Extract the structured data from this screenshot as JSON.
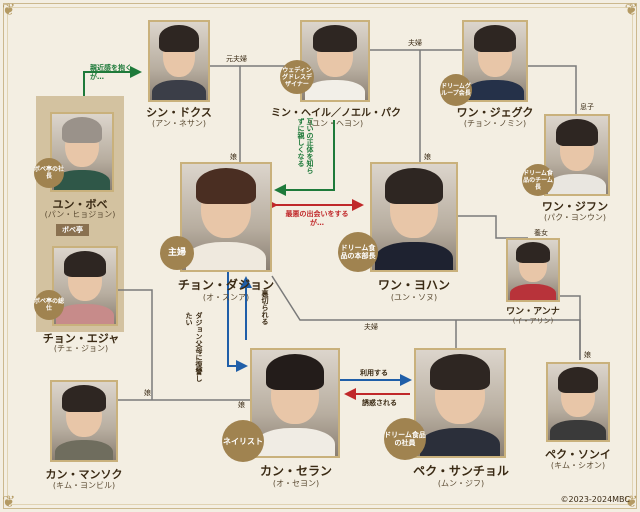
{
  "people": [
    {
      "key": "shin",
      "name": "シン・ドクス",
      "actor": "(アン・ネサン)"
    },
    {
      "key": "min",
      "name": "ミン・ヘイル／ノエル・パク",
      "actor": "(ユン・ヘヨン)"
    },
    {
      "key": "wangjeg",
      "name": "ワン・ジェグク",
      "actor": "(チョン・ノミン)"
    },
    {
      "key": "yun",
      "name": "ユン・ボベ",
      "actor": "(パン・ヒョジョン)"
    },
    {
      "key": "wangjif",
      "name": "ワン・ジフン",
      "actor": "(パク・ヨンウン)"
    },
    {
      "key": "dasom",
      "name": "チョン・ダジョン",
      "actor": "(オ・スンア)"
    },
    {
      "key": "yohan",
      "name": "ワン・ヨハン",
      "actor": "(ユン・ソヌ)"
    },
    {
      "key": "anna",
      "name": "ワン・アンナ",
      "actor": "(イ・アリン)"
    },
    {
      "key": "eja",
      "name": "チョン・エジャ",
      "actor": "(チェ・ジョン)"
    },
    {
      "key": "kang",
      "name": "カン・マンソク",
      "actor": "(キム・ヨンビル)"
    },
    {
      "key": "seran",
      "name": "カン・セラン",
      "actor": "(オ・セヨン)"
    },
    {
      "key": "bae",
      "name": "ペク・サンチョル",
      "actor": "(ムン・ジフ)"
    },
    {
      "key": "soni",
      "name": "ペク・ソンイ",
      "actor": "(キム・シオン)"
    }
  ],
  "badges": {
    "yun": "ボベ亭の社長",
    "min": "ウェディングドレスデザイナー",
    "wangjeg": "ドリームグループ会長",
    "wangjif": "ドリーム食品のチーム長",
    "dasom": "主婦",
    "yohan": "ドリーム食品の本部長",
    "eja": "ボベ亭の総仕",
    "seran": "ネイリスト",
    "bae": "ドリーム食品の社員"
  },
  "tags": {
    "bobe_shop": "ボベ亭"
  },
  "relations": {
    "ex_spouse": "元夫婦",
    "spouses": "夫婦",
    "son": "息子",
    "daughter_dasom": "娘",
    "daughter_yohan": "娘",
    "granddaughter": "養女",
    "couple_bae_seran": "夫婦",
    "father_daughter_seran": "娘",
    "daughter_soni": "娘",
    "feels_closeness": "親近感を抱くが…",
    "min_to_dasom": "互いの正体を知らずに親しくなる",
    "worst_meeting": "最悪の出会いをするが…",
    "betrayed": "裏切られる",
    "revenge": "ダジョン父母に復讐したい",
    "uses": "利用する",
    "seduced": "誘惑される"
  },
  "copyright": "©2023-2024MBC",
  "colors": {
    "background": "#f3eee2",
    "gold": "#a08350",
    "line": "#7a7a7a",
    "green": "#1e7a3a",
    "red": "#c0282a",
    "blue": "#1f5ea8",
    "bobe_panel": "#d3c2a0"
  }
}
